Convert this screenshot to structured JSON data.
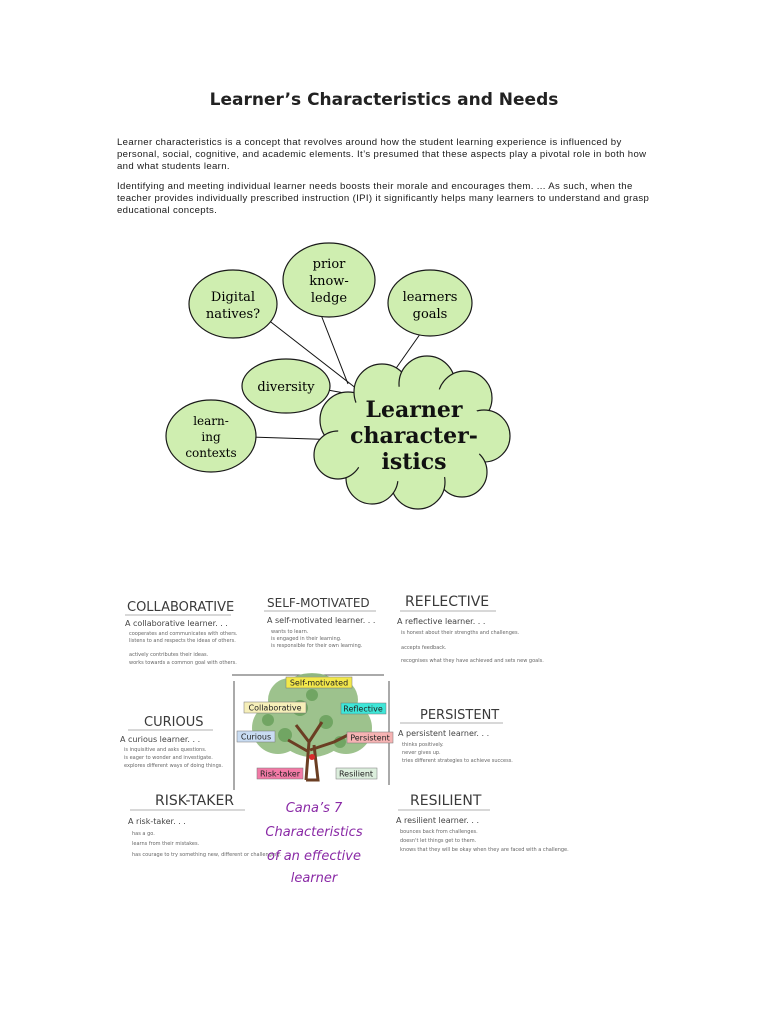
{
  "document": {
    "title": "Learner’s Characteristics and Needs",
    "paragraph_1": "Learner characteristics is a concept that revolves around how the student learning experience is influenced by personal, social, cognitive, and academic elements. It’s presumed that these aspects play a pivotal role in both how and what students learn.",
    "paragraph_2": "Identifying and meeting individual learner needs boosts their morale and encourages them. ... As such, when the teacher provides individually prescribed instruction (IPI) it significantly helps many learners to understand and grasp educational concepts."
  },
  "concept_map": {
    "center": [
      "Learner",
      "character-",
      "istics"
    ],
    "bubbles": {
      "digital": [
        "Digital",
        "natives?"
      ],
      "prior": [
        "prior",
        "know-",
        "ledge"
      ],
      "goals": [
        "learners",
        "goals"
      ],
      "diversity": [
        "diversity"
      ],
      "contexts": [
        "learn-",
        "ing",
        "contexts"
      ]
    },
    "colors": {
      "bubble_fill": "#cfeeb0",
      "bubble_stroke": "#1a1a1a"
    }
  },
  "infographic": {
    "cards": {
      "collaborative": {
        "heading": "COLLABORATIVE",
        "subtitle": "A collaborative learner. . .",
        "bullets": [
          "cooperates and communicates with others.",
          "listens to and respects the ideas of others.",
          "actively contributes their ideas.",
          "works towards a common goal with others."
        ]
      },
      "self_motivated": {
        "heading": "SELF-MOTIVATED",
        "subtitle": "A self-motivated learner. . .",
        "bullets": [
          "wants to learn.",
          "is engaged in their learning.",
          "is responsible for their own learning."
        ]
      },
      "reflective": {
        "heading": "REFLECTIVE",
        "subtitle": "A reflective learner. . .",
        "bullets": [
          "is honest about their strengths and challenges.",
          "accepts feedback.",
          "recognises what they have achieved and sets new goals."
        ]
      },
      "curious": {
        "heading": "CURIOUS",
        "subtitle": "A curious learner. . .",
        "bullets": [
          "is inquisitive and asks questions.",
          "is eager to wonder and investigate.",
          "explores different ways of doing things."
        ]
      },
      "persistent": {
        "heading": "PERSISTENT",
        "subtitle": "A persistent learner. . .",
        "bullets": [
          "thinks positively.",
          "never gives up.",
          "tries different strategies to achieve success."
        ]
      },
      "risk_taker": {
        "heading": "RISK-TAKER",
        "subtitle": "A risk-taker. . .",
        "bullets": [
          "has a go.",
          "learns from their mistakes.",
          "has courage to try something new, different or challenging."
        ]
      },
      "resilient": {
        "heading": "RESILIENT",
        "subtitle": "A resilient learner. . .",
        "bullets": [
          "bounces back from challenges.",
          "doesn't let things get to them.",
          "knows that they will be okay when they are faced with a challenge."
        ]
      }
    },
    "tree_tags": {
      "self_motivated": "Self-motivated",
      "collaborative": "Collaborative",
      "reflective": "Reflective",
      "curious": "Curious",
      "persistent": "Persistent",
      "risk_taker": "Risk-taker",
      "resilient": "Resilient"
    },
    "caption": [
      "Cana’s 7",
      "Characteristics",
      "of an effective",
      "learner"
    ],
    "colors": {
      "self_motivated": "#f3e84a",
      "collaborative": "#f6efb9",
      "reflective": "#3ee6d8",
      "curious": "#c9dcf2",
      "persistent": "#f6b3b3",
      "risk_taker": "#f27aa6",
      "resilient": "#dceedd",
      "caption": "#8a2aa6"
    }
  }
}
